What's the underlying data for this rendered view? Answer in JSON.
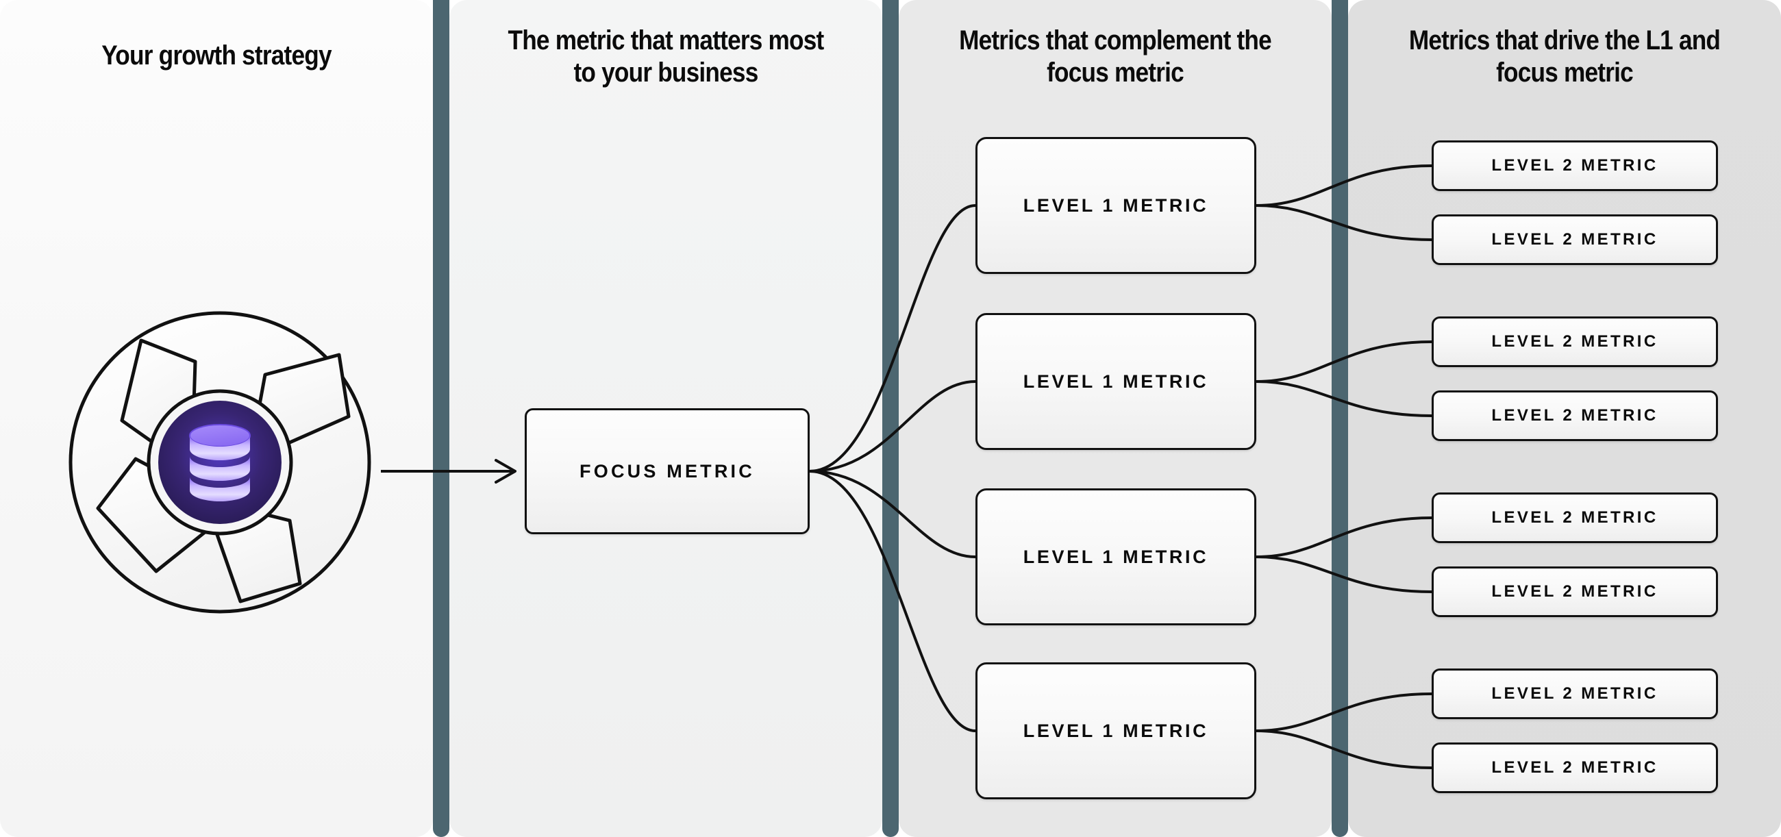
{
  "columns": [
    {
      "title": "Your growth strategy"
    },
    {
      "title": "The metric that matters most to your business"
    },
    {
      "title": "Metrics that complement the focus metric"
    },
    {
      "title": "Metrics that drive the L1 and focus metric"
    }
  ],
  "emblem": {
    "name": "growth-strategy-pinwheel",
    "center_icon": "database-icon",
    "outer_stroke": "#111111",
    "blade_fill": "#fbfbfb",
    "core_fill_outer": "#2b1d63",
    "core_fill_inner": "#4a2fae",
    "database_light": "#cbb8ff",
    "database_mid": "#8c6bf5",
    "database_dark": "#5b3fd6"
  },
  "focus": {
    "label": "FOCUS METRIC"
  },
  "level1": [
    {
      "label": "LEVEL 1 METRIC"
    },
    {
      "label": "LEVEL 1 METRIC"
    },
    {
      "label": "LEVEL 1 METRIC"
    },
    {
      "label": "LEVEL 1 METRIC"
    }
  ],
  "level2": [
    {
      "label": "LEVEL 2 METRIC"
    },
    {
      "label": "LEVEL 2 METRIC"
    },
    {
      "label": "LEVEL 2 METRIC"
    },
    {
      "label": "LEVEL 2 METRIC"
    },
    {
      "label": "LEVEL 2 METRIC"
    },
    {
      "label": "LEVEL 2 METRIC"
    },
    {
      "label": "LEVEL 2 METRIC"
    },
    {
      "label": "LEVEL 2 METRIC"
    }
  ],
  "theme": {
    "divider_color": "#4c6670",
    "panel_1_bg": "#f7f7f7",
    "panel_2_bg": "#f1f2f2",
    "panel_3_bg": "#e8e8e8",
    "panel_4_bg": "#dedede",
    "box_border": "#111111",
    "text_color": "#0b0b0b",
    "connector_color": "#111111"
  }
}
